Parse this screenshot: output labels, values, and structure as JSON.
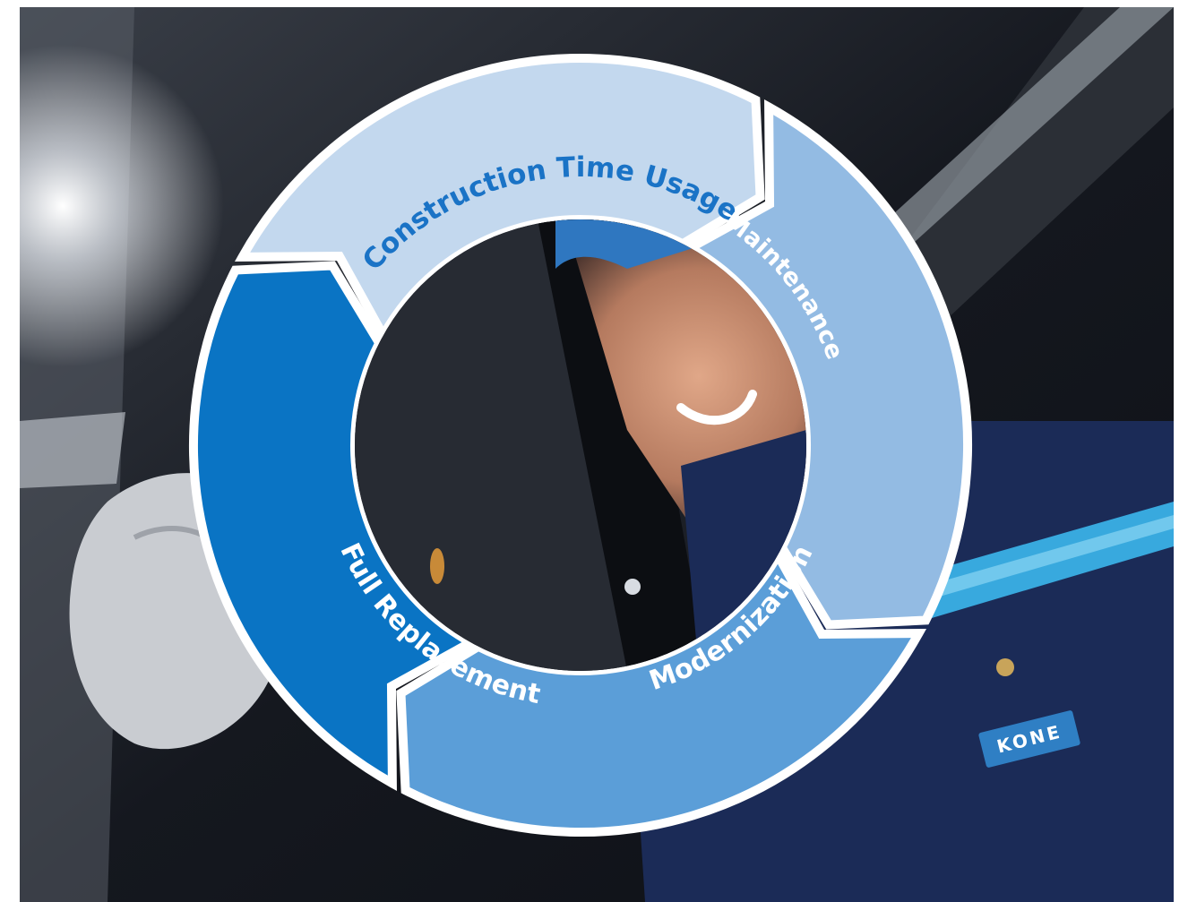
{
  "cycle": {
    "stages": [
      {
        "label": "Construction Time Usage",
        "color": "#c3d8ee",
        "text_color": "#1a73c6"
      },
      {
        "label": "Maintenance",
        "color": "#93bbe3",
        "text_color": "#ffffff"
      },
      {
        "label": "Modernization",
        "color": "#5b9ed8",
        "text_color": "#ffffff"
      },
      {
        "label": "Full Replacement",
        "color": "#0a74c4",
        "text_color": "#ffffff"
      }
    ]
  },
  "photo": {
    "uniform_badge": "KONE"
  },
  "colors": {
    "frame_white": "#ffffff",
    "background_dark": "#15181f",
    "uniform_navy": "#1b2b57",
    "uniform_stripe": "#38a9de"
  }
}
